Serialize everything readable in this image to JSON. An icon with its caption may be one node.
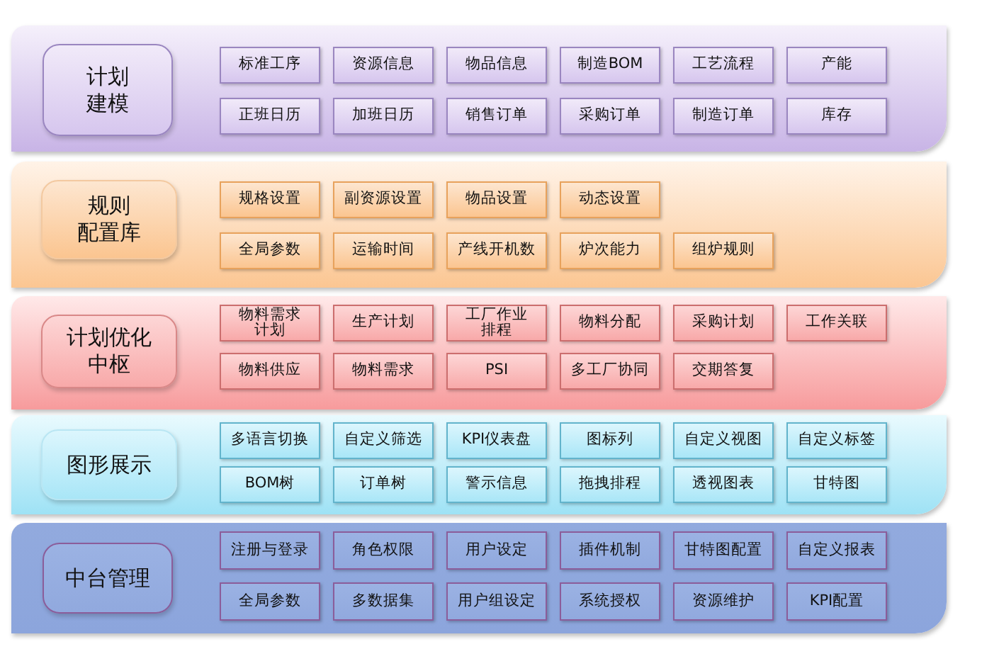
{
  "diagram": {
    "nodes": [
      {
        "text": [],
        "shape": "box"
      },
      {
        "text": [
          "计划建模"
        ],
        "in": 0
      },
      {
        "text": [
          "标准工序"
        ],
        "in": 0
      },
      {
        "text": [
          "资源信息"
        ],
        "in": 0
      },
      {
        "text": [
          "物品信息"
        ],
        "in": 0
      },
      {
        "text": [
          "制造BOM"
        ],
        "in": 0
      },
      {
        "text": [
          "工艺流程"
        ],
        "in": 0
      },
      {
        "text": [
          "产能"
        ],
        "in": 0
      },
      {
        "text": [
          "正班日历"
        ],
        "in": 0
      },
      {
        "text": [
          "加班日历"
        ],
        "in": 0
      },
      {
        "text": [
          "销售订单"
        ],
        "in": 0
      },
      {
        "text": [
          "采购订单"
        ],
        "in": 0
      },
      {
        "text": [
          "制造订单"
        ],
        "in": 0
      },
      {
        "text": [
          "库存"
        ],
        "in": 0
      },
      {
        "text": [],
        "shape": "box"
      },
      {
        "text": [
          "规则配置库"
        ],
        "in": 14
      },
      {
        "text": [
          "规格设置"
        ],
        "in": 14
      },
      {
        "text": [
          "副资源设置"
        ],
        "in": 14
      },
      {
        "text": [
          "物品设置"
        ],
        "in": 14
      },
      {
        "text": [
          "动态设置"
        ],
        "in": 14
      },
      {
        "text": [
          "全局参数"
        ],
        "in": 14
      },
      {
        "text": [
          "运输时间"
        ],
        "in": 14
      },
      {
        "text": [
          "产线开机数"
        ],
        "in": 14
      },
      {
        "text": [
          "炉次能力"
        ],
        "in": 14
      },
      {
        "text": [
          "组炉规则"
        ],
        "in": 14
      },
      {
        "text": [],
        "shape": "box"
      },
      {
        "text": [
          "计划优化中枢"
        ],
        "in": 25
      },
      {
        "text": [
          "物料需求计划"
        ],
        "in": 25
      },
      {
        "text": [
          "生产计划"
        ],
        "in": 25
      },
      {
        "text": [
          "工厂作业排程"
        ],
        "in": 25
      },
      {
        "text": [
          "物料分配"
        ],
        "in": 25
      },
      {
        "text": [
          "采购计划"
        ],
        "in": 25
      },
      {
        "text": [
          "工作关联"
        ],
        "in": 25
      },
      {
        "text": [
          "物料供应"
        ],
        "in": 25
      },
      {
        "text": [
          "物料需求"
        ],
        "in": 25
      },
      {
        "text": [
          "PSI"
        ],
        "in": 25
      },
      {
        "text": [
          "多工厂协同"
        ],
        "in": 25
      },
      {
        "text": [
          "交期答复"
        ],
        "in": 25
      },
      {
        "text": [],
        "shape": "box"
      },
      {
        "text": [
          "图形展示"
        ],
        "in": 38
      },
      {
        "text": [
          "多语言切换"
        ],
        "in": 38
      },
      {
        "text": [
          "自定义筛选"
        ],
        "in": 38
      },
      {
        "text": [
          "KPI仪表盘"
        ],
        "in": 38
      },
      {
        "text": [
          "图标列"
        ],
        "in": 38
      },
      {
        "text": [
          "自定义视图"
        ],
        "in": 38
      },
      {
        "text": [
          "自定义标签"
        ],
        "in": 38
      },
      {
        "text": [
          "BOM树"
        ],
        "in": 38
      },
      {
        "text": [
          "订单树"
        ],
        "in": 38
      },
      {
        "text": [
          "警示信息"
        ],
        "in": 38
      },
      {
        "text": [
          "拖拽排程"
        ],
        "in": 38
      },
      {
        "text": [
          "透视图表"
        ],
        "in": 38
      },
      {
        "text": [
          "甘特图"
        ],
        "in": 38
      },
      {
        "text": [],
        "shape": "box"
      },
      {
        "text": [
          "中台管理"
        ],
        "in": 52
      },
      {
        "text": [
          "注册与登录"
        ],
        "in": 52
      },
      {
        "text": [
          "角色权限"
        ],
        "in": 52
      },
      {
        "text": [
          "用户设定"
        ],
        "in": 52
      },
      {
        "text": [
          "插件机制"
        ],
        "in": 52
      },
      {
        "text": [
          "甘特图配置"
        ],
        "in": 52
      },
      {
        "text": [
          "自定义报表"
        ],
        "in": 52
      },
      {
        "text": [
          "全局参数"
        ],
        "in": 52
      },
      {
        "text": [
          "多数据集"
        ],
        "in": 52
      },
      {
        "text": [
          "用户组设定"
        ],
        "in": 52
      },
      {
        "text": [
          "系统授权"
        ],
        "in": 52
      },
      {
        "text": [
          "资源维护"
        ],
        "in": 52
      },
      {
        "text": [
          "KPI配置"
        ],
        "in": 52
      }
    ]
  }
}
